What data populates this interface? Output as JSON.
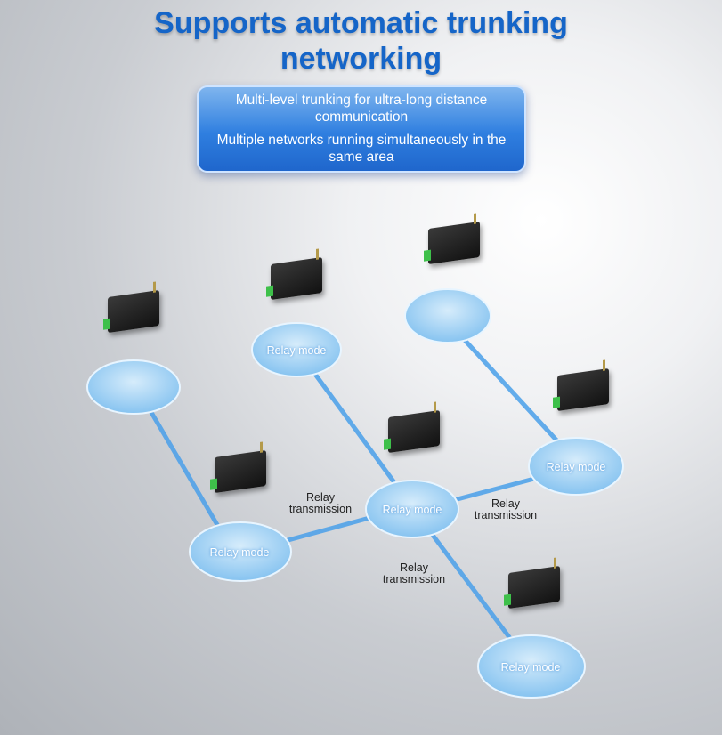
{
  "title": [
    "Supports automatic trunking",
    "networking"
  ],
  "features": [
    "Multi-level trunking for ultra-long distance communication",
    "Multiple networks running simultaneously in the same area"
  ],
  "node_label": "Relay mode",
  "link_label": [
    "Relay",
    "transmission"
  ],
  "colors": {
    "title": "#1565c8",
    "node": "#9fd0f5",
    "link": "#4aa0ea"
  }
}
